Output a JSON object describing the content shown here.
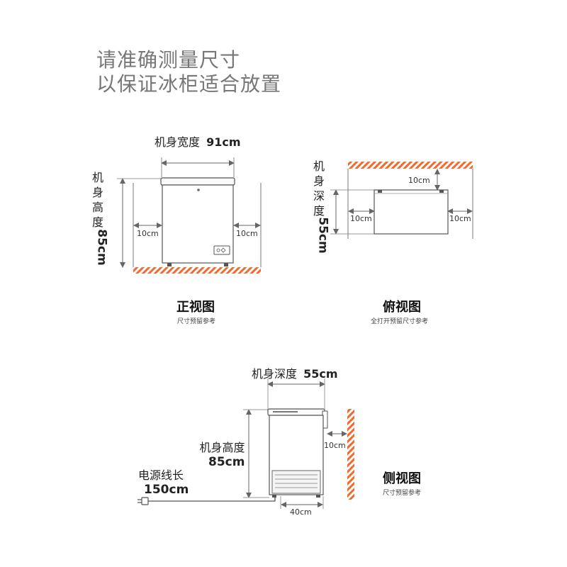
{
  "headline": {
    "line1": "请准确测量尺寸",
    "line2": "以保证冰柜适合放置"
  },
  "front": {
    "width_label": "机身宽度",
    "width_value": "91cm",
    "height_chars": [
      "机",
      "身",
      "高",
      "度"
    ],
    "height_value": "85cm",
    "gap_left": "10cm",
    "gap_right": "10cm",
    "title": "正视图",
    "subtitle": "尺寸预留参考"
  },
  "top": {
    "depth_chars": [
      "机",
      "身",
      "深",
      "度"
    ],
    "depth_value": "55cm",
    "gap_back": "10cm",
    "gap_left": "10cm",
    "gap_right": "10cm",
    "title": "俯视图",
    "subtitle": "全打开预留尺寸参考"
  },
  "side": {
    "depth_label": "机身深度",
    "depth_value": "55cm",
    "height_label": "机身高度",
    "height_value": "85cm",
    "cord_label": "电源线长",
    "cord_value": "150cm",
    "gap_wall": "10cm",
    "bottom_gap": "40cm",
    "title": "侧视图",
    "subtitle": "尺寸预留参考"
  },
  "colors": {
    "hatch": "#f26a2e",
    "line": "#555555",
    "dim": "#888888"
  }
}
